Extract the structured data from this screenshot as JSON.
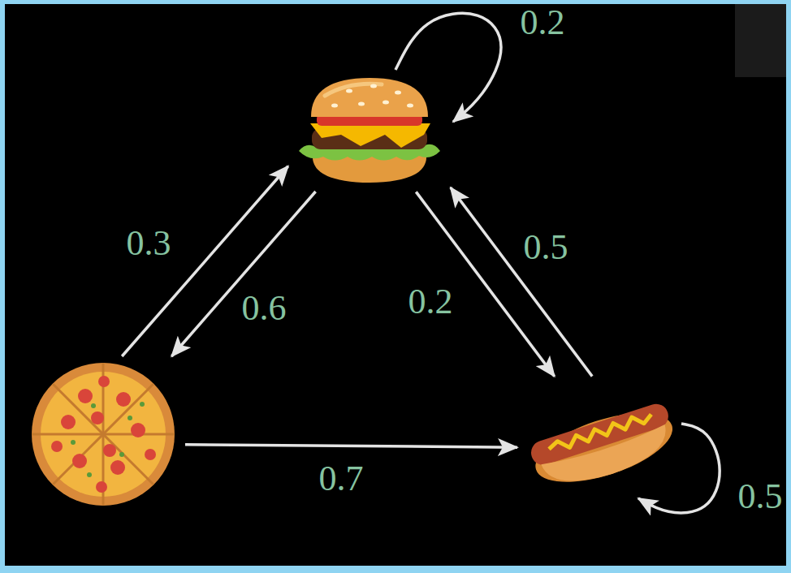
{
  "diagram": {
    "nodes": [
      {
        "text": []
      },
      {
        "text": []
      },
      {
        "text": []
      }
    ],
    "edges": [
      {
        "from": 1,
        "to": 0,
        "arrow": "to",
        "label": "0.3"
      },
      {
        "from": 0,
        "to": 1,
        "arrow": "to",
        "label": "0.6"
      },
      {
        "from": 0,
        "to": 2,
        "arrow": "to",
        "label": "0.2"
      },
      {
        "from": 2,
        "to": 0,
        "arrow": "to",
        "label": "0.5"
      },
      {
        "from": 1,
        "to": 2,
        "arrow": "to",
        "label": "0.7"
      },
      {
        "from": 0,
        "to": 0,
        "arrow": "to",
        "label": "0.2"
      },
      {
        "from": 2,
        "to": 2,
        "arrow": "to",
        "label": "0.5"
      }
    ]
  }
}
